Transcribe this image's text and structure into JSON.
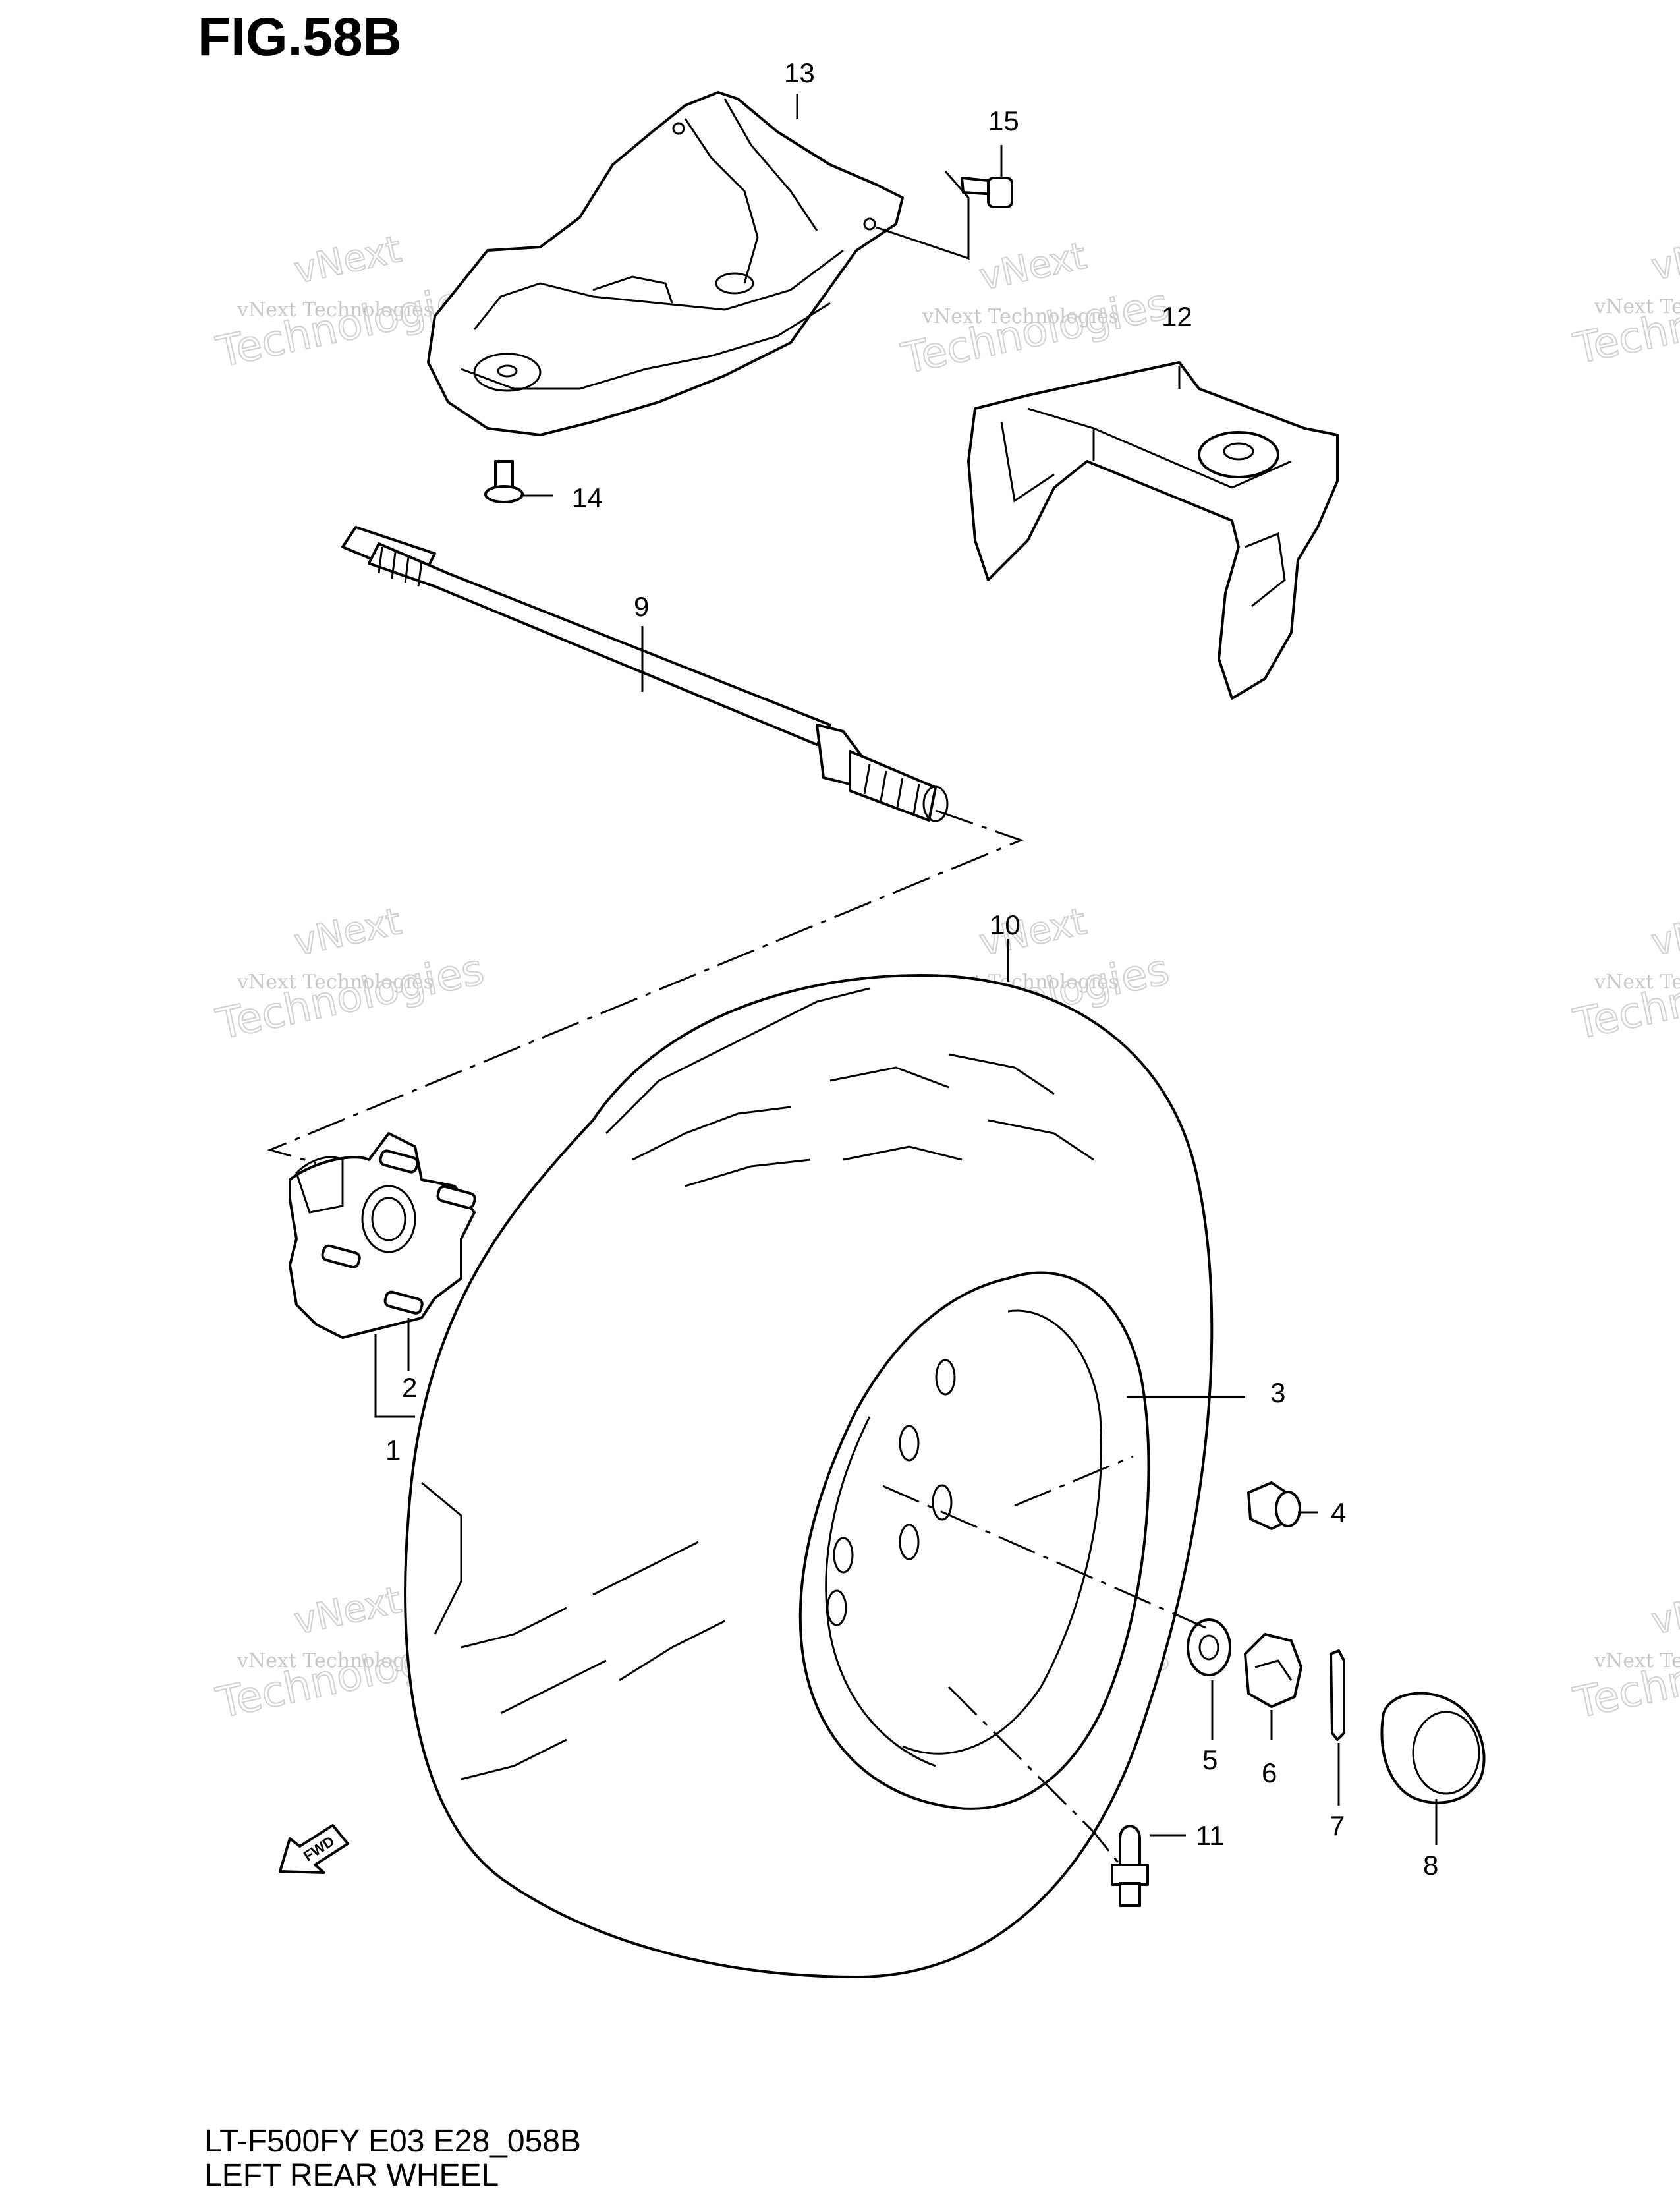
{
  "figure": {
    "title": "FIG.58B",
    "model_code": "LT-F500FY E03 E28_058B",
    "caption": "LEFT REAR WHEEL"
  },
  "callouts": [
    "1",
    "2",
    "3",
    "4",
    "5",
    "6",
    "7",
    "8",
    "9",
    "10",
    "11",
    "12",
    "13",
    "14",
    "15"
  ],
  "watermark": {
    "line1": "vNext Technologies",
    "line2": "vNext",
    "line3": "Technologies"
  },
  "fwd_label": "FWD"
}
